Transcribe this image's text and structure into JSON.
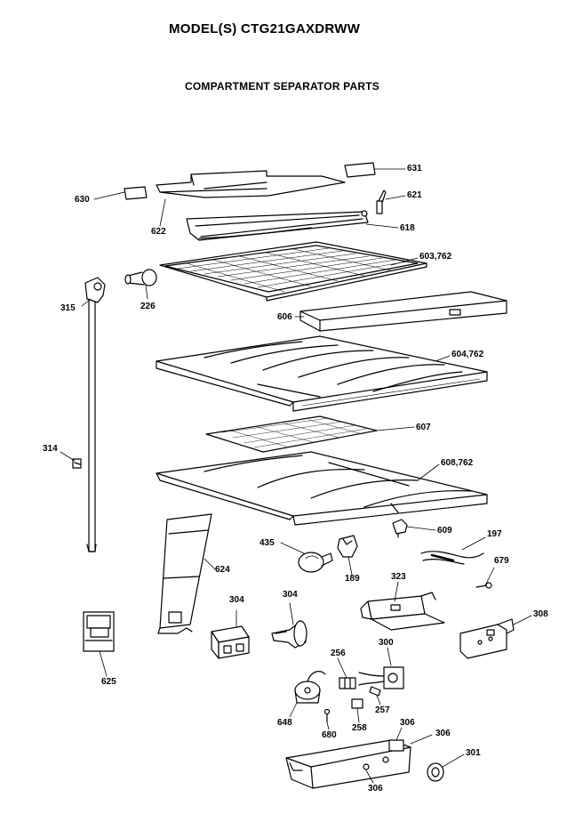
{
  "header": {
    "model": "MODEL(S) CTG21GAXDRWW",
    "section": "COMPARTMENT SEPARATOR PARTS"
  },
  "parts": [
    {
      "id": "p631",
      "label": "631"
    },
    {
      "id": "p630",
      "label": "630"
    },
    {
      "id": "p621",
      "label": "621"
    },
    {
      "id": "p622",
      "label": "622"
    },
    {
      "id": "p618",
      "label": "618"
    },
    {
      "id": "p603",
      "label": "603,762"
    },
    {
      "id": "p315",
      "label": "315"
    },
    {
      "id": "p226",
      "label": "226"
    },
    {
      "id": "p606",
      "label": "606"
    },
    {
      "id": "p604",
      "label": "604,762"
    },
    {
      "id": "p607",
      "label": "607"
    },
    {
      "id": "p314",
      "label": "314"
    },
    {
      "id": "p608",
      "label": "608,762"
    },
    {
      "id": "p609",
      "label": "609"
    },
    {
      "id": "p197",
      "label": "197"
    },
    {
      "id": "p435",
      "label": "435"
    },
    {
      "id": "p624",
      "label": "624"
    },
    {
      "id": "p189",
      "label": "189"
    },
    {
      "id": "p679",
      "label": "679"
    },
    {
      "id": "p323",
      "label": "323"
    },
    {
      "id": "p304a",
      "label": "304"
    },
    {
      "id": "p304b",
      "label": "304"
    },
    {
      "id": "p308",
      "label": "308"
    },
    {
      "id": "p300",
      "label": "300"
    },
    {
      "id": "p256",
      "label": "256"
    },
    {
      "id": "p625",
      "label": "625"
    },
    {
      "id": "p257",
      "label": "257"
    },
    {
      "id": "p648",
      "label": "648"
    },
    {
      "id": "p258",
      "label": "258"
    },
    {
      "id": "p680",
      "label": "680"
    },
    {
      "id": "p306a",
      "label": "306"
    },
    {
      "id": "p306b",
      "label": "306"
    },
    {
      "id": "p301",
      "label": "301"
    },
    {
      "id": "p306c",
      "label": "306"
    }
  ]
}
